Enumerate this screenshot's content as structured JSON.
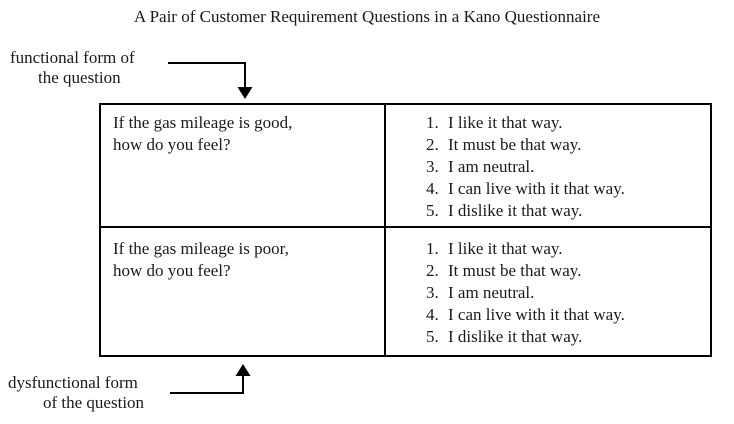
{
  "title": "A Pair of Customer Requirement Questions in a Kano Questionnaire",
  "labels": {
    "functional": {
      "line1": "functional form of",
      "line2": "the question"
    },
    "dysfunctional": {
      "line1": "dysfunctional form",
      "line2": "of the question"
    }
  },
  "table": {
    "rows": [
      {
        "question_line1": "If the gas mileage is good,",
        "question_line2": "how do you feel?",
        "options": [
          {
            "num": "1.",
            "text": "I like it that way."
          },
          {
            "num": "2.",
            "text": "It must be that way."
          },
          {
            "num": "3.",
            "text": "I am neutral."
          },
          {
            "num": "4.",
            "text": "I can live with it that way."
          },
          {
            "num": "5.",
            "text": "I dislike it that way."
          }
        ]
      },
      {
        "question_line1": "If the gas mileage is poor,",
        "question_line2": "how do you feel?",
        "options": [
          {
            "num": "1.",
            "text": "I like it that way."
          },
          {
            "num": "2.",
            "text": "It must be that way."
          },
          {
            "num": "3.",
            "text": "I am neutral."
          },
          {
            "num": "4.",
            "text": "I can live with it that way."
          },
          {
            "num": "5.",
            "text": "I dislike it that way."
          }
        ]
      }
    ]
  },
  "colors": {
    "text": "#1a1a1a",
    "border": "#000000",
    "background": "#ffffff"
  }
}
